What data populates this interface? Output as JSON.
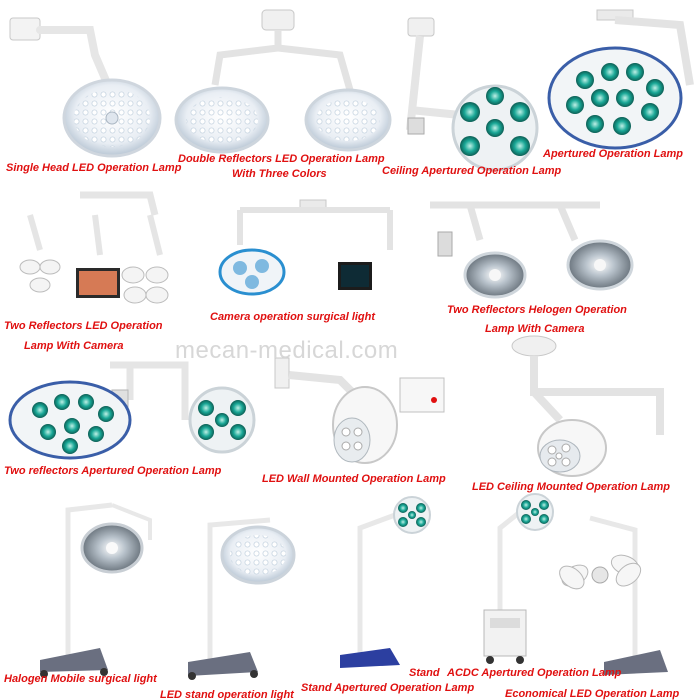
{
  "watermark": "mecan-medical.com",
  "products": [
    {
      "name": "single-head-led",
      "lines": [
        "Single Head LED Operation Lamp"
      ]
    },
    {
      "name": "double-reflectors-led",
      "lines": [
        "Double Reflectors LED Operation Lamp",
        "With Three Colors"
      ]
    },
    {
      "name": "ceiling-apertured",
      "lines": [
        "Ceiling Apertured Operation Lamp"
      ]
    },
    {
      "name": "apertured",
      "lines": [
        "Apertured Operation Lamp"
      ]
    },
    {
      "name": "two-reflectors-led-camera",
      "lines": [
        "Two Reflectors LED Operation",
        "Lamp With Camera"
      ]
    },
    {
      "name": "camera-operation-surgical",
      "lines": [
        "Camera operation surgical light"
      ]
    },
    {
      "name": "two-reflectors-helogen-camera",
      "lines": [
        "Two Reflectors Helogen Operation",
        "Lamp With Camera"
      ]
    },
    {
      "name": "two-reflectors-apertured",
      "lines": [
        "Two reflectors Apertured Operation Lamp"
      ]
    },
    {
      "name": "led-wall-mounted",
      "lines": [
        "LED Wall Mounted Operation Lamp"
      ]
    },
    {
      "name": "led-ceiling-mounted",
      "lines": [
        "LED Ceiling Mounted Operation Lamp"
      ]
    },
    {
      "name": "halogen-mobile",
      "lines": [
        "Halogen Mobile surgical light"
      ]
    },
    {
      "name": "led-stand",
      "lines": [
        "LED stand operation light"
      ]
    },
    {
      "name": "stand-apertured",
      "lines": [
        "Stand",
        "Stand Apertured Operation Lamp"
      ]
    },
    {
      "name": "acdc-apertured",
      "lines": [
        "ACDC Apertured Operation Lamp"
      ]
    },
    {
      "name": "economical-led",
      "lines": [
        "Economical LED Operation Lamp"
      ]
    }
  ],
  "colors": {
    "label": "#e01010",
    "watermark": "#d7d7d7",
    "lamp_blue": "#2a8fd0",
    "aperture_teal": "#19a796"
  }
}
